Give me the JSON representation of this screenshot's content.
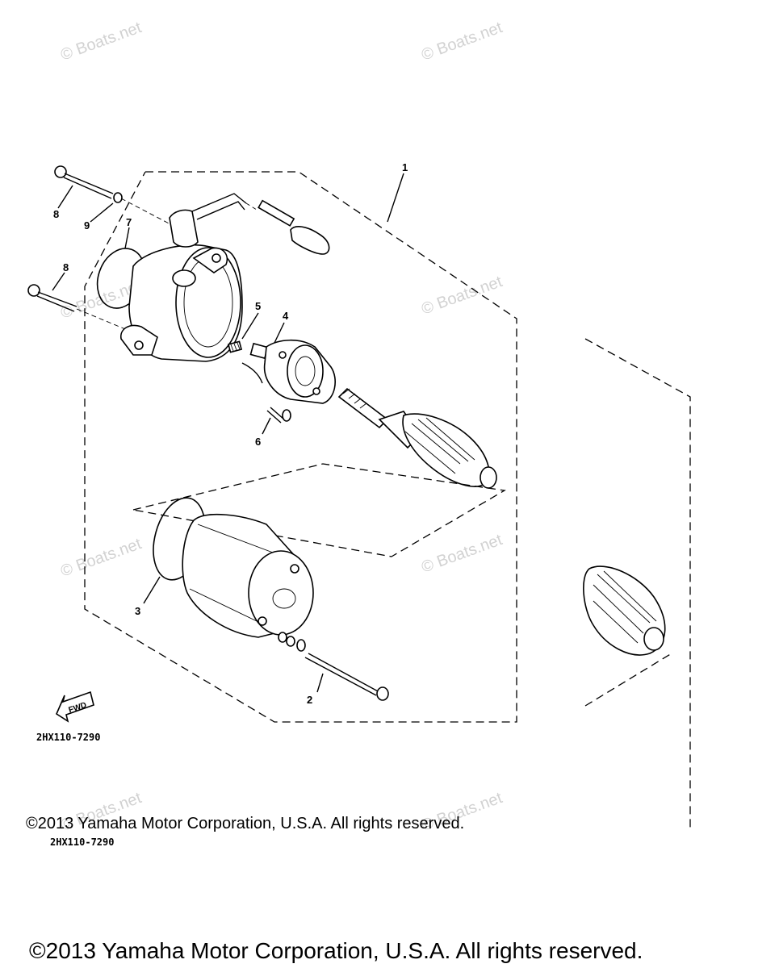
{
  "watermark": "© Boats.net",
  "diagram_code_inner": "2HX110-7290",
  "copyright_small": "©2013 Yamaha Motor Corporation, U.S.A. All rights reserved.",
  "diagram_code_lower": "2HX110-7290",
  "copyright_large": "©2013 Yamaha Motor Corporation, U.S.A. All rights reserved.",
  "fwd_label": "FWD",
  "callouts": {
    "c1": "1",
    "c2": "2",
    "c3": "3",
    "c4": "4",
    "c5": "5",
    "c6": "6",
    "c7": "7",
    "c8a": "8",
    "c8b": "8",
    "c9": "9"
  }
}
